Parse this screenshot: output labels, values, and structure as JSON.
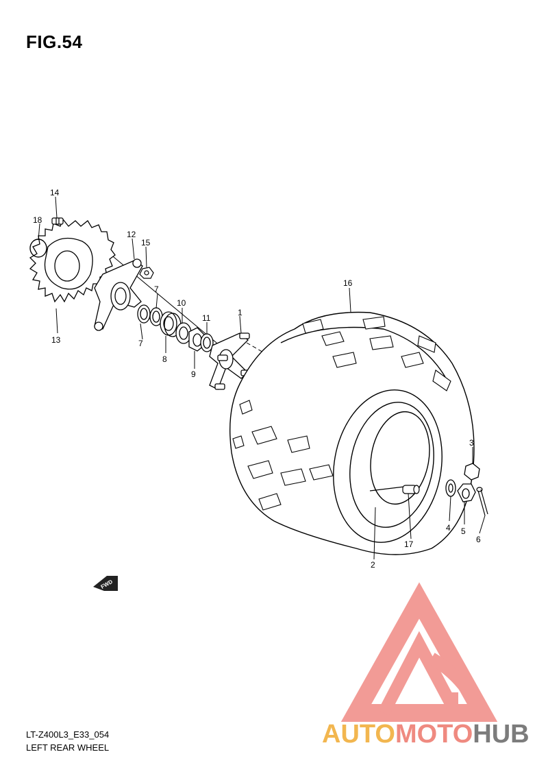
{
  "figure": {
    "title": "FIG.54"
  },
  "footer": {
    "code": "LT-Z400L3_E33_054",
    "caption": "LEFT REAR WHEEL"
  },
  "watermark": {
    "part1": "AUTO",
    "part2": "MOTO",
    "part3": "HUB",
    "colors": {
      "auto": "#f2b64f",
      "moto": "#ef8a80",
      "hub": "#7c7c7c",
      "logo": "#f08a84"
    }
  },
  "direction_arrow": {
    "label": "FWD"
  },
  "callouts": {
    "c1": "1",
    "c2": "2",
    "c3": "3",
    "c4": "4",
    "c5": "5",
    "c6": "6",
    "c7a": "7",
    "c7b": "7",
    "c8": "8",
    "c9": "9",
    "c10": "10",
    "c11": "11",
    "c12": "12",
    "c13": "13",
    "c14": "14",
    "c15": "15",
    "c16": "16",
    "c17": "17",
    "c18": "18"
  }
}
